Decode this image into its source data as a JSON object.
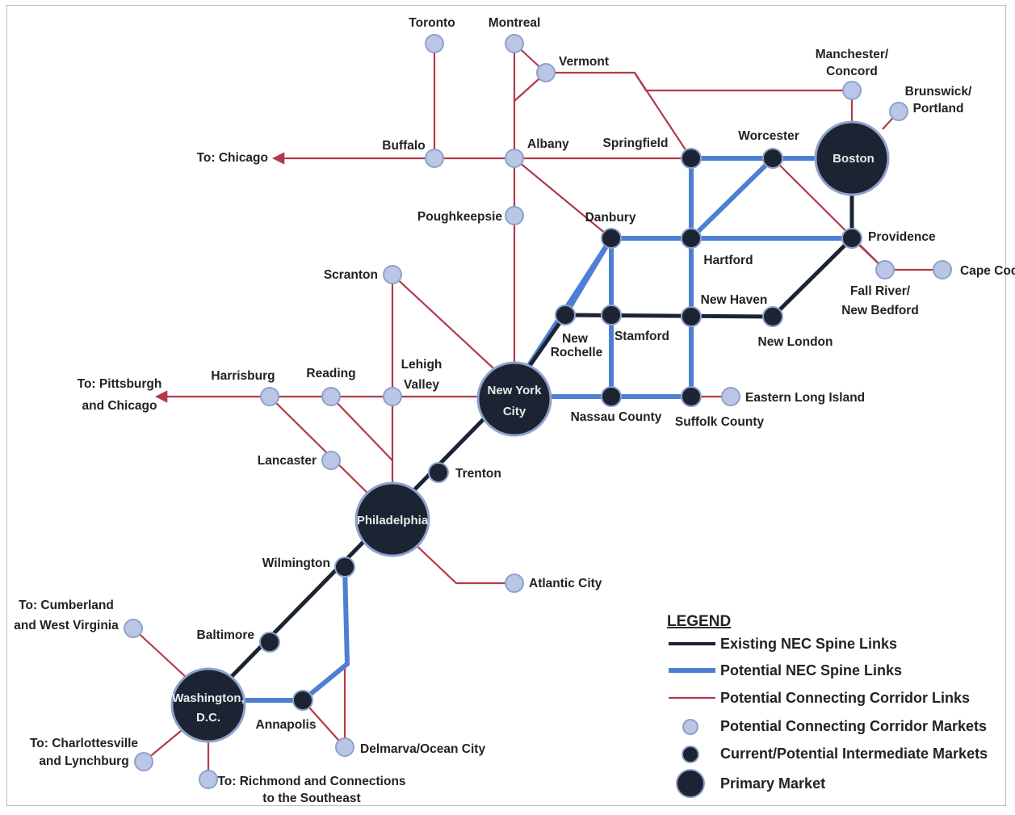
{
  "legend": {
    "title": "LEGEND",
    "existing_spine": "Existing NEC Spine Links",
    "potential_spine": "Potential NEC Spine Links",
    "corridor_links": "Potential Connecting Corridor Links",
    "corridor_markets": "Potential Connecting Corridor Markets",
    "intermediate_markets": "Current/Potential Intermediate Markets",
    "primary_market": "Primary Market"
  },
  "colors": {
    "existing_spine": "#1c2433",
    "potential_spine": "#4f7fd4",
    "corridor": "#b23a48",
    "market_fill": "#b9c6e6",
    "node_dark": "#1c2433"
  },
  "primary_markets": {
    "boston": "Boston",
    "nyc_1": "New York",
    "nyc_2": "City",
    "philadelphia": "Philadelphia",
    "dc_1": "Washington,",
    "dc_2": "D.C."
  },
  "intermediate_markets": {
    "springfield": "Springfield",
    "worcester": "Worcester",
    "providence": "Providence",
    "danbury": "Danbury",
    "hartford": "Hartford",
    "new_rochelle_1": "New",
    "new_rochelle_2": "Rochelle",
    "stamford": "Stamford",
    "new_haven": "New Haven",
    "new_london": "New London",
    "nassau": "Nassau County",
    "suffolk": "Suffolk County",
    "trenton": "Trenton",
    "wilmington": "Wilmington",
    "baltimore": "Baltimore",
    "annapolis": "Annapolis"
  },
  "corridor_markets": {
    "toronto": "Toronto",
    "montreal": "Montreal",
    "vermont": "Vermont",
    "manchester_1": "Manchester/",
    "manchester_2": "Concord",
    "brunswick_1": "Brunswick/",
    "brunswick_2": "Portland",
    "buffalo": "Buffalo",
    "albany": "Albany",
    "poughkeepsie": "Poughkeepsie",
    "scranton": "Scranton",
    "harrisburg": "Harrisburg",
    "reading": "Reading",
    "lehigh_1": "Lehigh",
    "lehigh_2": "Valley",
    "lancaster": "Lancaster",
    "atlantic_city": "Atlantic City",
    "fall_river_1": "Fall River/",
    "fall_river_2": "New Bedford",
    "cape_cod": "Cape Cod",
    "eastern_li": "Eastern Long Island",
    "delmarva": "Delmarva/Ocean City"
  },
  "destinations": {
    "chicago": "To: Chicago",
    "pittsburgh_1": "To: Pittsburgh",
    "pittsburgh_2": "and Chicago",
    "cumberland_1": "To: Cumberland",
    "cumberland_2": "and West Virginia",
    "charlottesville_1": "To: Charlottesville",
    "charlottesville_2": "and Lynchburg",
    "richmond_1": "To: Richmond and Connections",
    "richmond_2": "to the Southeast"
  }
}
